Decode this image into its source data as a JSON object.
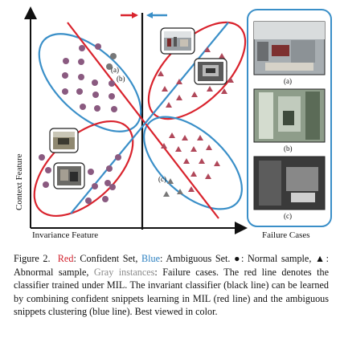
{
  "figure": {
    "y_axis_label": "Context Feature",
    "x_axis_label": "Invariance Feature",
    "failure_title": "Failure Cases",
    "failure_labels": [
      "(a)",
      "(b)",
      "(c)"
    ],
    "marker_labels": {
      "a": "(a)",
      "b": "(b)",
      "c": "(c)"
    },
    "colors": {
      "red": "#d9232d",
      "blue": "#3a8fc8",
      "normal": "#8a5a80",
      "abnormal": "#b0485a",
      "gray": "#777777"
    }
  },
  "caption": {
    "fig_label": "Figure 2.",
    "red_word": "Red",
    "t1": ": Confident Set,",
    "blue_word": "Blue",
    "t2": ": Ambiguous Set.",
    "circle_symbol": "●",
    "t3": ": Normal sample,",
    "triangle_symbol": "▲",
    "t4": ": Abnormal sample,",
    "gray_words": "Gray instances",
    "t5": ": Failure cases. The red line denotes the classifier trained under MIL. The invariant classifier (black line) can be learned by combining confident snippets learning in MIL (red line) and the ambiguous snippets clustering (blue line). Best viewed in color."
  }
}
